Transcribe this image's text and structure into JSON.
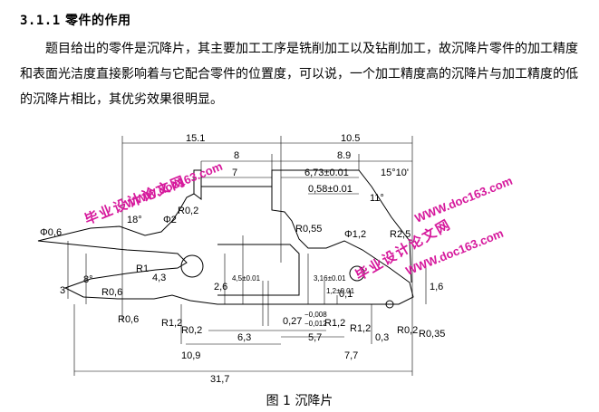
{
  "section": {
    "number": "3.1.1",
    "title": "零件的作用"
  },
  "paragraph": "题目给出的零件是沉降片，其主要加工工序是铣削加工以及钻削加工，故沉降片零件的加工精度和表面光洁度直接影响着与它配合零件的位置度，可以说，一个加工精度高的沉降片与加工精度的低的沉降片相比，其优劣效果很明显。",
  "drawing": {
    "dims": {
      "d_top_left": "15.1",
      "d_top_right": "10.5",
      "d_8": "8",
      "d_8_9": "8.9",
      "d_7": "7",
      "d_6_73": "6,73±0.01",
      "d_0_58": "0,58±0.01",
      "d_15_10": "15°10'",
      "d_11": "11°",
      "d_18": "18°",
      "d_8deg": "8°",
      "d_phi2": "Φ2",
      "d_phi1_2": "Φ1,2",
      "d_phi0_6": "Φ0,6",
      "d_r0_2_a": "R0,2",
      "d_r0_2_b": "R0,2",
      "d_r0_2_c": "R0,2",
      "d_r0_55": "R0,55",
      "d_r2_5": "R2,5",
      "d_r1": "R1",
      "d_r0_6_a": "R0,6",
      "d_r0_6_b": "R0,6",
      "d_r1_2_a": "R1,2",
      "d_r1_2_b": "R1,2",
      "d_r1_2_c": "R1,2",
      "d_r0_35": "R0,35",
      "d_4_3": "4,3",
      "d_2_6": "2,6",
      "d_4_5": "4,5±0.01",
      "d_3_16": "3,16±0.01",
      "d_1_2": "1,2±0.01",
      "d_0_1": "0,1",
      "d_0_27": "0,27",
      "d_tol_up": "−0,008",
      "d_tol_dn": "−0,012",
      "d_3": "3",
      "d_1_6": "1,6",
      "d_0_3": "0,3",
      "d_6_3": "6,3",
      "d_5_7": "5,7",
      "d_10_9": "10,9",
      "d_7_7": "7,7",
      "d_31_7": "31,7"
    },
    "watermarks": {
      "site_a": "WWW.doc163.com",
      "site_b": "WWW.doc163.com",
      "site_c": "WWW.doc163.com",
      "label_a": "毕业设计论文网",
      "label_b": "毕业设计论文网"
    },
    "caption": "图 1 沉降片"
  }
}
